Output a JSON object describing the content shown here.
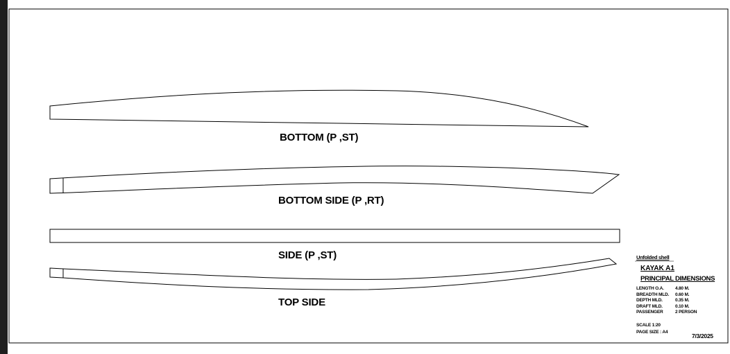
{
  "colors": {
    "line": "#000000",
    "paper": "#ffffff",
    "frame_outside": "#1f1f1f"
  },
  "pieces": {
    "bottom": "BOTTOM (P ,ST)",
    "bottom_side": "BOTTOM SIDE (P ,RT)",
    "side": "SIDE (P ,ST)",
    "top_side": "TOP SIDE"
  },
  "title_block": {
    "subtitle": "Unfolded shell",
    "model": "KAYAK  A1",
    "heading": "PRINCIPAL  DIMENSIONS",
    "dimensions": [
      {
        "label": "LENGTH O.A.",
        "value": "4.80 M."
      },
      {
        "label": "BREADTH MLD.",
        "value": "0.60 M."
      },
      {
        "label": "DEPTH MLD.",
        "value": "0.35 M."
      },
      {
        "label": "DRAFT MLD.",
        "value": "0.10 M."
      },
      {
        "label": "PASSENGER",
        "value": "2 PERSON"
      }
    ],
    "scale": "SCALE 1:20",
    "page_size": "PAGE SIZE : A4",
    "date": "7/3/2025"
  }
}
